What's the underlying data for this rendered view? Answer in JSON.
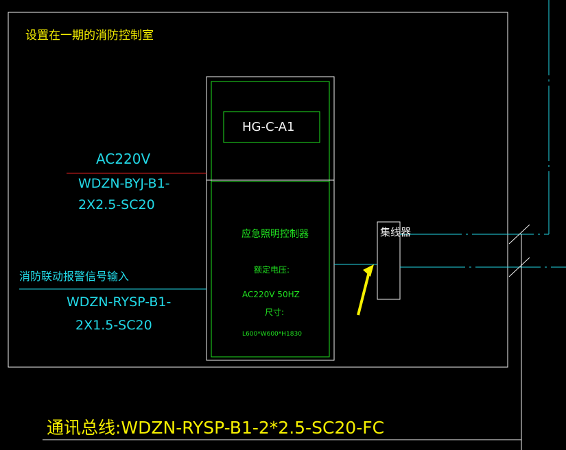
{
  "room_label": "设置在一期的消防控制室",
  "controller": {
    "model": "HG-C-A1",
    "name": "应急照明控制器",
    "rated_voltage_label": "额定电压:",
    "rated_voltage_value": "AC220V 50HZ",
    "size_label": "尺寸:",
    "size_value": "L600*W600*H1830"
  },
  "power_input": {
    "voltage": "AC220V",
    "cable_line1": "WDZN-BYJ-B1-",
    "cable_line2": "2X2.5-SC20"
  },
  "fire_signal_input": {
    "label": "消防联动报警信号输入",
    "cable_line1": "WDZN-RYSP-B1-",
    "cable_line2": "2X1.5-SC20"
  },
  "concentrator_label": "集线器",
  "comm_bus_label": "通讯总线:WDZN-RYSP-B1-2*2.5-SC20-FC",
  "colors": {
    "background": "#000000",
    "frame": "#f2f2f2",
    "yellow_text": "#f6f000",
    "cyan_lines": "#22d8e6",
    "green_lines": "#20e020",
    "power_line": "#e02020"
  }
}
